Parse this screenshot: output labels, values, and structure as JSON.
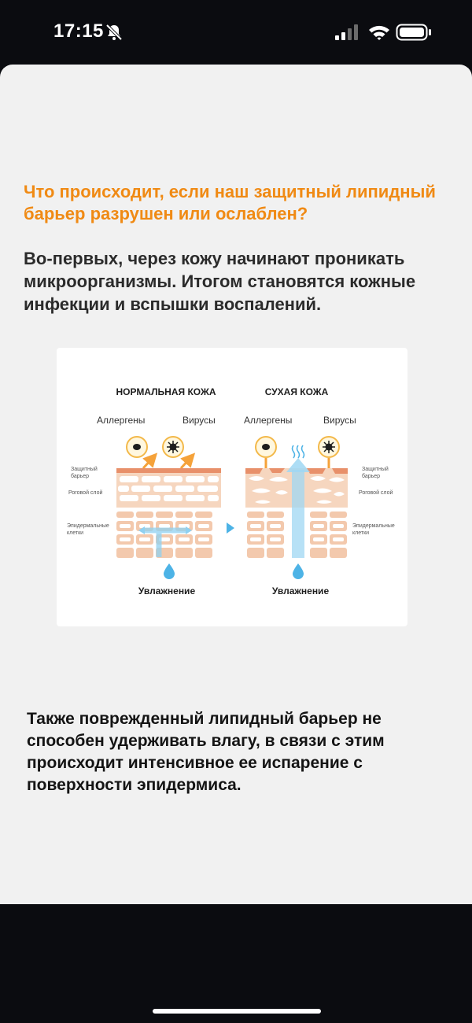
{
  "status_bar": {
    "time": "17:15",
    "icons": [
      "bell-mute-icon",
      "signal-icon",
      "wifi-icon",
      "battery-icon"
    ]
  },
  "story": {
    "headline": "Что происходит, если наш защитный липидный барьер разрушен или ослаблен?",
    "paragraph_1": "Во-первых, через кожу начинают проникать микроорганизмы. Итогом становятся кожные инфекции и вспышки воспалений.",
    "paragraph_2": "Также поврежденный липидный барьер не способен удерживать влагу, в связи с этим происходит интенсивное ее испарение с поверхности эпидермиса."
  },
  "infographic": {
    "normal": {
      "title": "НОРМАЛЬНАЯ КОЖА",
      "allergens": "Аллергены",
      "viruses": "Вирусы",
      "barrier": "Защитный барьер",
      "horny_layer": "Роговой слой",
      "epidermal": "Эпидермальные клетки",
      "moisture": "Увлажнение"
    },
    "dry": {
      "title": "СУХАЯ КОЖА",
      "allergens": "Аллергены",
      "viruses": "Вирусы",
      "barrier": "Защитный барьер",
      "horny_layer": "Роговой слой",
      "epidermal": "Эпидермальные клетки",
      "moisture": "Увлажнение"
    }
  },
  "colors": {
    "headline": "#f08a14",
    "body_text": "#2b2b2b",
    "card_bg": "#f1f1f1",
    "cell_fill": "#f3c9ad",
    "barrier": "#e8906a",
    "water": "#4db3e6"
  }
}
